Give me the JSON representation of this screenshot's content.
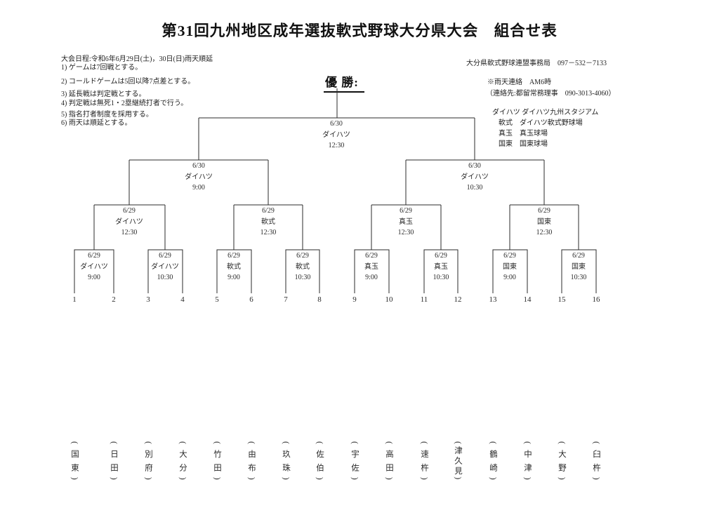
{
  "page": {
    "title": "第31回九州地区成年選抜軟式野球大分県大会　組合せ表"
  },
  "info": {
    "schedule": "大会日程:令和6年6月29日(土)，30日(日)雨天順延",
    "rules": [
      "1) ゲームは7回戦とする。",
      "2) コールドゲームは5回以降7点差とする。",
      "3) 延長戦は判定戦とする。",
      "4) 判定戦は無死1・2塁継続打者で行う。",
      "5) 指名打者制度を採用する。",
      "6) 雨天は順延とする。"
    ],
    "office": "大分県軟式野球連盟事務局　097－532－7133",
    "rain_contact": "※雨天連絡　AM6時",
    "contact_detail": "（連絡先:都留常務理事　090-3013-4060）",
    "venues": [
      "ダイハツ ダイハツ九州スタジアム",
      "軟式　ダイハツ軟式野球場",
      "真玉　真玉球場",
      "国東　国東球場"
    ]
  },
  "champion": {
    "label": "優 勝:"
  },
  "bracket": {
    "final": {
      "date": "6/30",
      "venue": "ダイハツ",
      "time": "12:30"
    },
    "semifinals": [
      {
        "date": "6/30",
        "venue": "ダイハツ",
        "time": "9:00"
      },
      {
        "date": "6/30",
        "venue": "ダイハツ",
        "time": "10:30"
      }
    ],
    "quarterfinals": [
      {
        "date": "6/29",
        "venue": "ダイハツ",
        "time": "12:30"
      },
      {
        "date": "6/29",
        "venue": "軟式",
        "time": "12:30"
      },
      {
        "date": "6/29",
        "venue": "真玉",
        "time": "12:30"
      },
      {
        "date": "6/29",
        "venue": "国東",
        "time": "12:30"
      }
    ],
    "round1": [
      {
        "date": "6/29",
        "venue": "ダイハツ",
        "time": "9:00"
      },
      {
        "date": "6/29",
        "venue": "ダイハツ",
        "time": "10:30"
      },
      {
        "date": "6/29",
        "venue": "軟式",
        "time": "9:00"
      },
      {
        "date": "6/29",
        "venue": "軟式",
        "time": "10:30"
      },
      {
        "date": "6/29",
        "venue": "真玉",
        "time": "9:00"
      },
      {
        "date": "6/29",
        "venue": "真玉",
        "time": "10:30"
      },
      {
        "date": "6/29",
        "venue": "国東",
        "time": "9:00"
      },
      {
        "date": "6/29",
        "venue": "国東",
        "time": "10:30"
      }
    ],
    "slots": [
      "1",
      "2",
      "3",
      "4",
      "5",
      "6",
      "7",
      "8",
      "9",
      "10",
      "11",
      "12",
      "13",
      "14",
      "15",
      "16"
    ],
    "teams": [
      "(国東)",
      "(日田)",
      "(別府)",
      "(大分)",
      "(竹田)",
      "(由布)",
      "(玖珠)",
      "(佐伯)",
      "(宇佐)",
      "(高田)",
      "(速杵)",
      "(津久見)",
      "(鶴崎)",
      "(中津)",
      "(大野)",
      "(臼杵)"
    ]
  }
}
